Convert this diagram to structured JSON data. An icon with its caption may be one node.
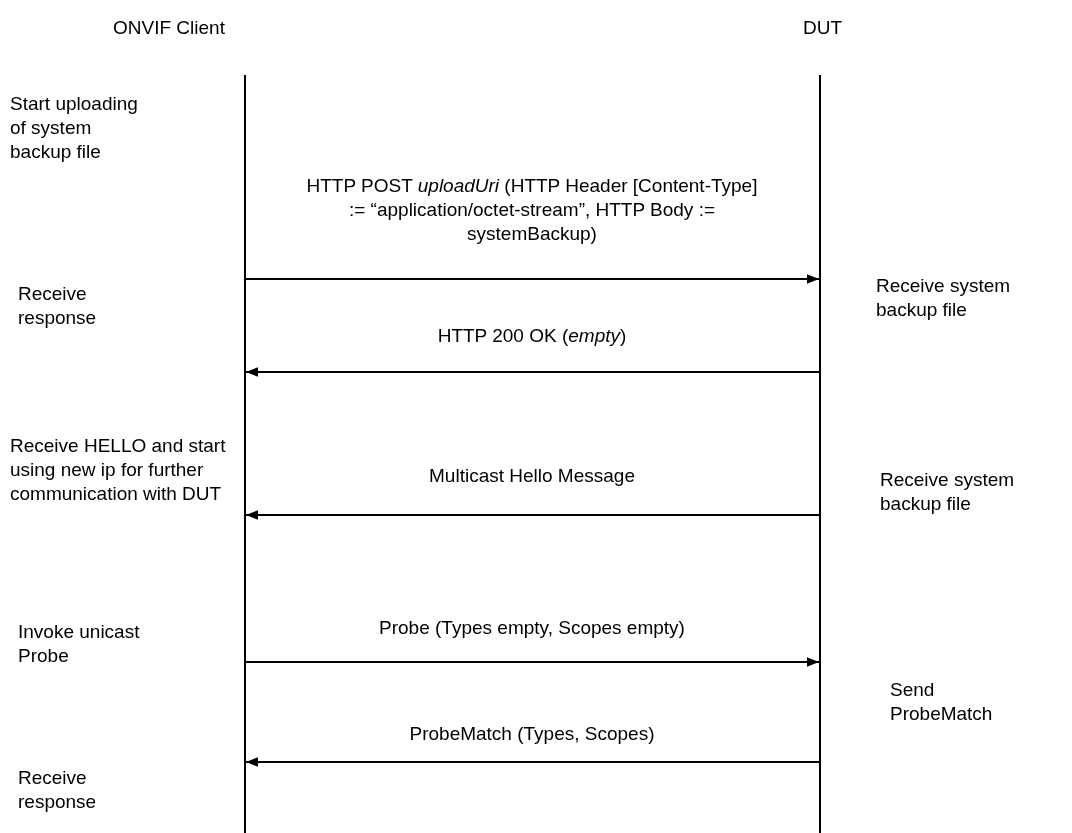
{
  "diagram": {
    "nodes": [
      {
        "text": [],
        "shape": "bar"
      },
      {
        "text": [],
        "shape": "bar"
      }
    ],
    "edges": [
      {
        "from": 0,
        "to": 1,
        "arrow": "to",
        "label": "HTTP POST *uploadUri* (HTTP Header [Content-Type] := “application/octet-stream”, HTTP Body := systemBackup)"
      },
      {
        "from": 1,
        "to": 0,
        "arrow": "to",
        "label": "HTTP 200 OK (*empty*)"
      },
      {
        "from": 1,
        "to": 0,
        "arrow": "to",
        "label": "Multicast Hello Message"
      },
      {
        "from": 0,
        "to": 1,
        "arrow": "to",
        "label": "Probe (Types empty, Scopes empty)"
      },
      {
        "from": 1,
        "to": 0,
        "arrow": "to",
        "label": "ProbeMatch (Types, Scopes)"
      }
    ],
    "labels": [
      "ONVIF Client",
      "DUT",
      "Start uploading of system backup file",
      "Receive response",
      "Receive system backup file",
      "Receive HELLO and start using new ip for further communication with DUT",
      "Receive system backup file",
      "Invoke unicast Probe",
      "Send ProbeMatch",
      "Receive response"
    ]
  }
}
